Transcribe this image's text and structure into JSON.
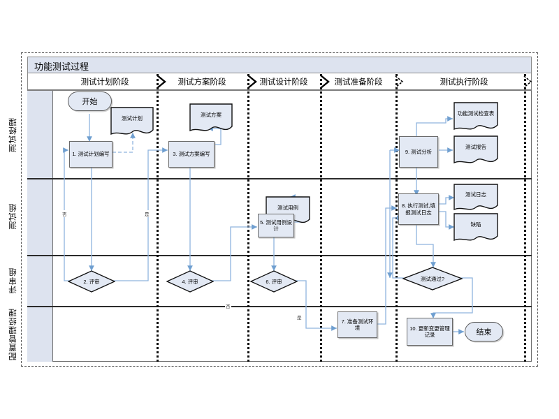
{
  "diagram": {
    "title": "功能测试过程",
    "accent_shape_fill": "#e3e9f4",
    "accent_line": "#7ba3d0",
    "header_fill": "#dde3ef"
  },
  "phases": [
    {
      "label": "测试计划阶段"
    },
    {
      "label": "测试方案阶段"
    },
    {
      "label": "测试设计阶段"
    },
    {
      "label": "测试准备阶段"
    },
    {
      "label": "测试执行阶段"
    }
  ],
  "lanes": [
    {
      "label": "测试经理"
    },
    {
      "label": "测试组"
    },
    {
      "label": "评审组"
    },
    {
      "label": "配置管理经理"
    }
  ],
  "nodes": {
    "start": "开始",
    "end": "结束",
    "p1": "1. 测试计划编写",
    "p3": "3. 测试方案编写",
    "p5": "5. 测试用例设计",
    "p7": "7. 准备测试环境",
    "p8": "8. 执行测试,填报测试日志",
    "p9": "9. 测试分析",
    "p10": "10. 更新变更管理记录",
    "d2": "2. 评审",
    "d4": "4. 评审",
    "d6": "6. 评审",
    "d_pass": "测试通过?",
    "doc_plan": "测试计划",
    "doc_scheme": "测试方案",
    "doc_case": "测试用例",
    "doc_checklist": "功能测试检查表",
    "doc_report": "测试报告",
    "doc_log": "测试日志",
    "doc_defect": "缺陷"
  },
  "edge_labels": {
    "no1": "否",
    "yes1": "是",
    "no2": "否",
    "yes2": "是"
  }
}
